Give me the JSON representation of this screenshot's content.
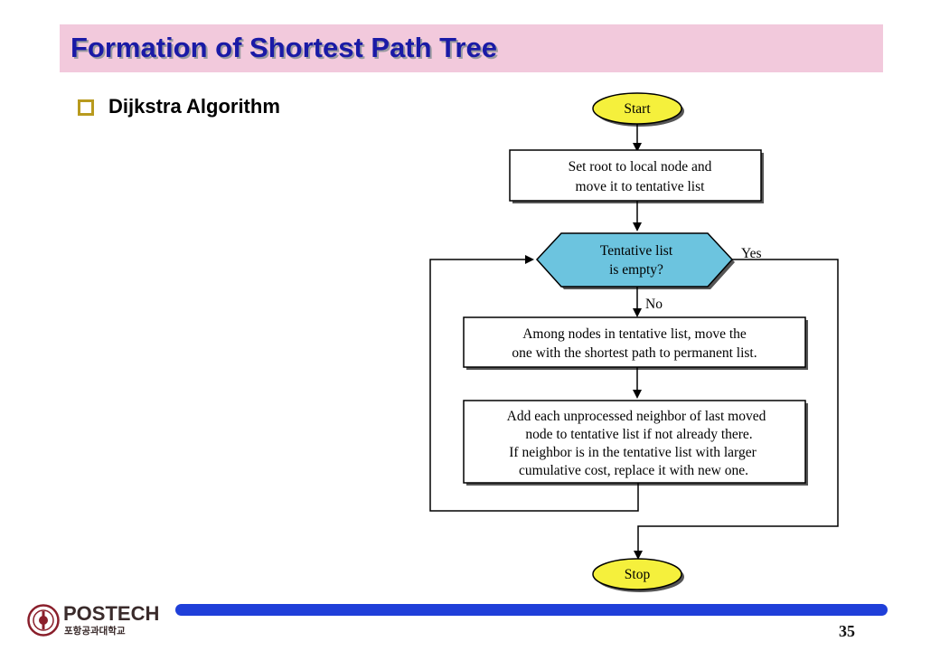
{
  "slide": {
    "title": "Formation of Shortest Path Tree",
    "bullet": "Dijkstra Algorithm",
    "page_number": "35"
  },
  "flowchart": {
    "start": "Start",
    "init": [
      "Set root to local node and",
      "move it to tentative list"
    ],
    "decision": [
      "Tentative list",
      "is empty?"
    ],
    "yes": "Yes",
    "no": "No",
    "move": [
      "Among nodes in tentative list, move the",
      "one with the shortest path to permanent list."
    ],
    "add": [
      "Add each unprocessed neighbor of last moved",
      "node to tentative list if not already there.",
      "If neighbor is in the tentative list with larger",
      "cumulative cost, replace it with new one."
    ],
    "stop": "Stop"
  },
  "logo": {
    "name": "POSTECH",
    "subtitle": "포항공과대학교"
  },
  "colors": {
    "title_bar": "#f2c9dc",
    "title_text": "#1a1aa6",
    "terminal_fill": "#f5f03c",
    "decision_fill": "#6cc4df",
    "footer_bar": "#1f3fd9"
  }
}
